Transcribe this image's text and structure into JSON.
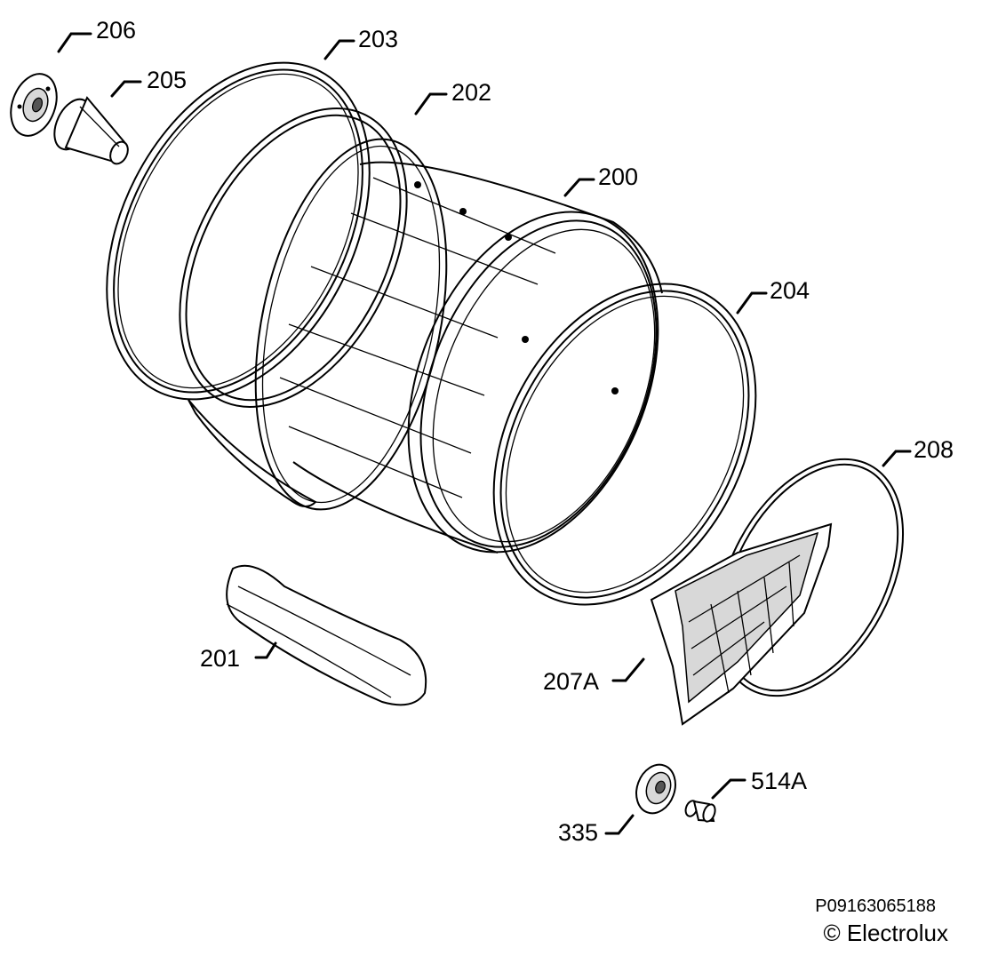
{
  "callouts": {
    "c206": "206",
    "c205": "205",
    "c203": "203",
    "c202": "202",
    "c200": "200",
    "c204": "204",
    "c208": "208",
    "c201": "201",
    "c207a": "207A",
    "c335": "335",
    "c514a": "514A"
  },
  "footer": {
    "drawing_code": "P09163065188",
    "copyright": "© Electrolux"
  }
}
